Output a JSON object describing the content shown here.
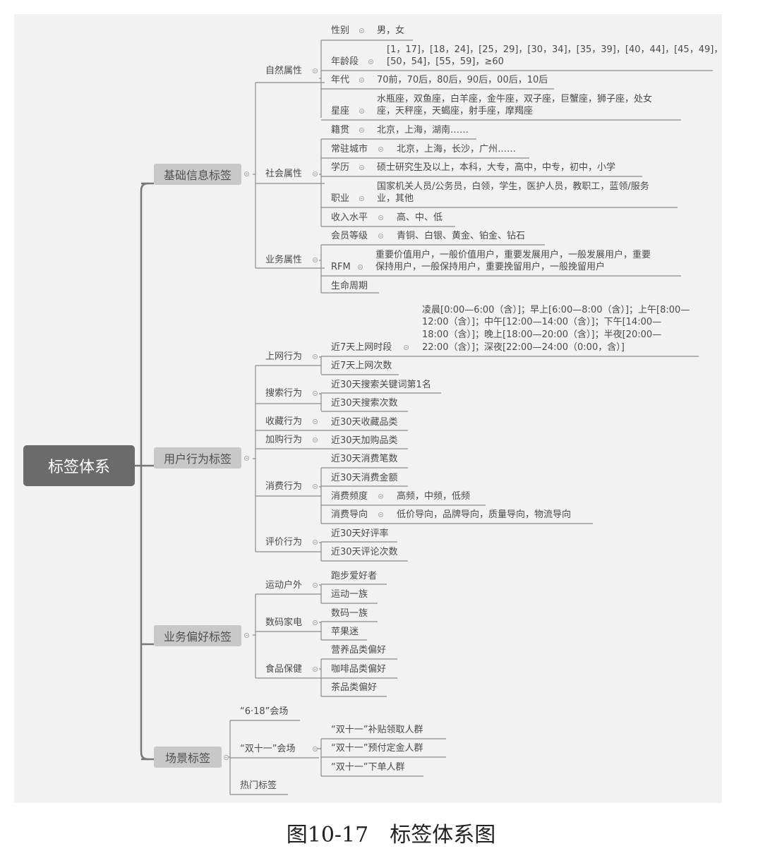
{
  "root": "标签体系",
  "caption": "图10-17　标签体系图",
  "main": {
    "basic": "基础信息标签",
    "behavior": "用户行为标签",
    "preference": "业务偏好标签",
    "scene": "场景标签"
  },
  "basic": {
    "natural": "自然属性",
    "social": "社会属性",
    "business": "业务属性",
    "gender": "性别",
    "gender_v": "男，女",
    "age": "年龄段",
    "age_v1": "[1，17]，[18，24]，[25，29]，[30，34]，[35，39]，[40，44]，[45，49]，",
    "age_v2": "[50，54]，[55，59]，≥60",
    "era": "年代",
    "era_v": "70前，70后，80后，90后，00后，10后",
    "zodiac": "星座",
    "zodiac_v1": "水瓶座，双鱼座，白羊座，金牛座，双子座，巨蟹座，狮子座，处女",
    "zodiac_v2": "座，天秤座，天蝎座，射手座，摩羯座",
    "native": "籍贯",
    "native_v": "北京，上海，湖南……",
    "city": "常驻城市",
    "city_v": "北京，上海，长沙，广州……",
    "edu": "学历",
    "edu_v": "硕士研究生及以上，本科，大专，高中，中专，初中，小学",
    "job": "职业",
    "job_v1": "国家机关人员/公务员，白领，学生，医护人员，教职工，蓝领/服务",
    "job_v2": "业，其他",
    "income": "收入水平",
    "income_v": "高、中、低",
    "member": "会员等级",
    "member_v": "青铜、白银、黄金、铂金、钻石",
    "rfm": "RFM",
    "rfm_v1": "重要价值用户，一般价值用户，重要发展用户，一般发展用户，重要",
    "rfm_v2": "保持用户，一般保持用户，重要挽留用户，一般挽留用户",
    "life": "生命周期"
  },
  "behavior": {
    "online": "上网行为",
    "online_period": "近7天上网时段",
    "online_period_v1": "凌晨[0:00—6:00（含）]；早上[6:00—8:00（含）]；上午[8:00—",
    "online_period_v2": "12:00（含）]；中午[12:00—14:00（含）]；下午[14:00—",
    "online_period_v3": "18:00（含）]；晚上[18:00—20:00（含）]；半夜[20:00—",
    "online_period_v4": "22:00（含）]；深夜[22:00—24:00（0:00，含）]",
    "online_count": "近7天上网次数",
    "search": "搜索行为",
    "search_kw": "近30天搜索关键词第1名",
    "search_count": "近30天搜索次数",
    "fav": "收藏行为",
    "fav_cat": "近30天收藏品类",
    "cart": "加购行为",
    "cart_cat": "近30天加购品类",
    "consume": "消费行为",
    "consume_count": "近30天消费笔数",
    "consume_amount": "近30天消费金额",
    "consume_freq": "消费频度",
    "consume_freq_v": "高频，中频，低频",
    "consume_guide": "消费导向",
    "consume_guide_v": "低价导向，品牌导向，质量导向，物流导向",
    "review": "评价行为",
    "review_rate": "近30天好评率",
    "review_count": "近30天评论次数"
  },
  "preference": {
    "sports": "运动户外",
    "running": "跑步爱好者",
    "sports_group": "运动一族",
    "digital": "数码家电",
    "digital_group": "数码一族",
    "apple": "苹果迷",
    "food": "食品保健",
    "nutrition": "营养品类偏好",
    "coffee": "咖啡品类偏好",
    "tea": "茶品类偏好"
  },
  "scene": {
    "s618": "“6·18”会场",
    "s1111": "“双十一”会场",
    "subsidy": "“双十一”补贴领取人群",
    "deposit": "“双十一”预付定金人群",
    "order": "“双十一”下单人群",
    "hot": "热门标签"
  }
}
